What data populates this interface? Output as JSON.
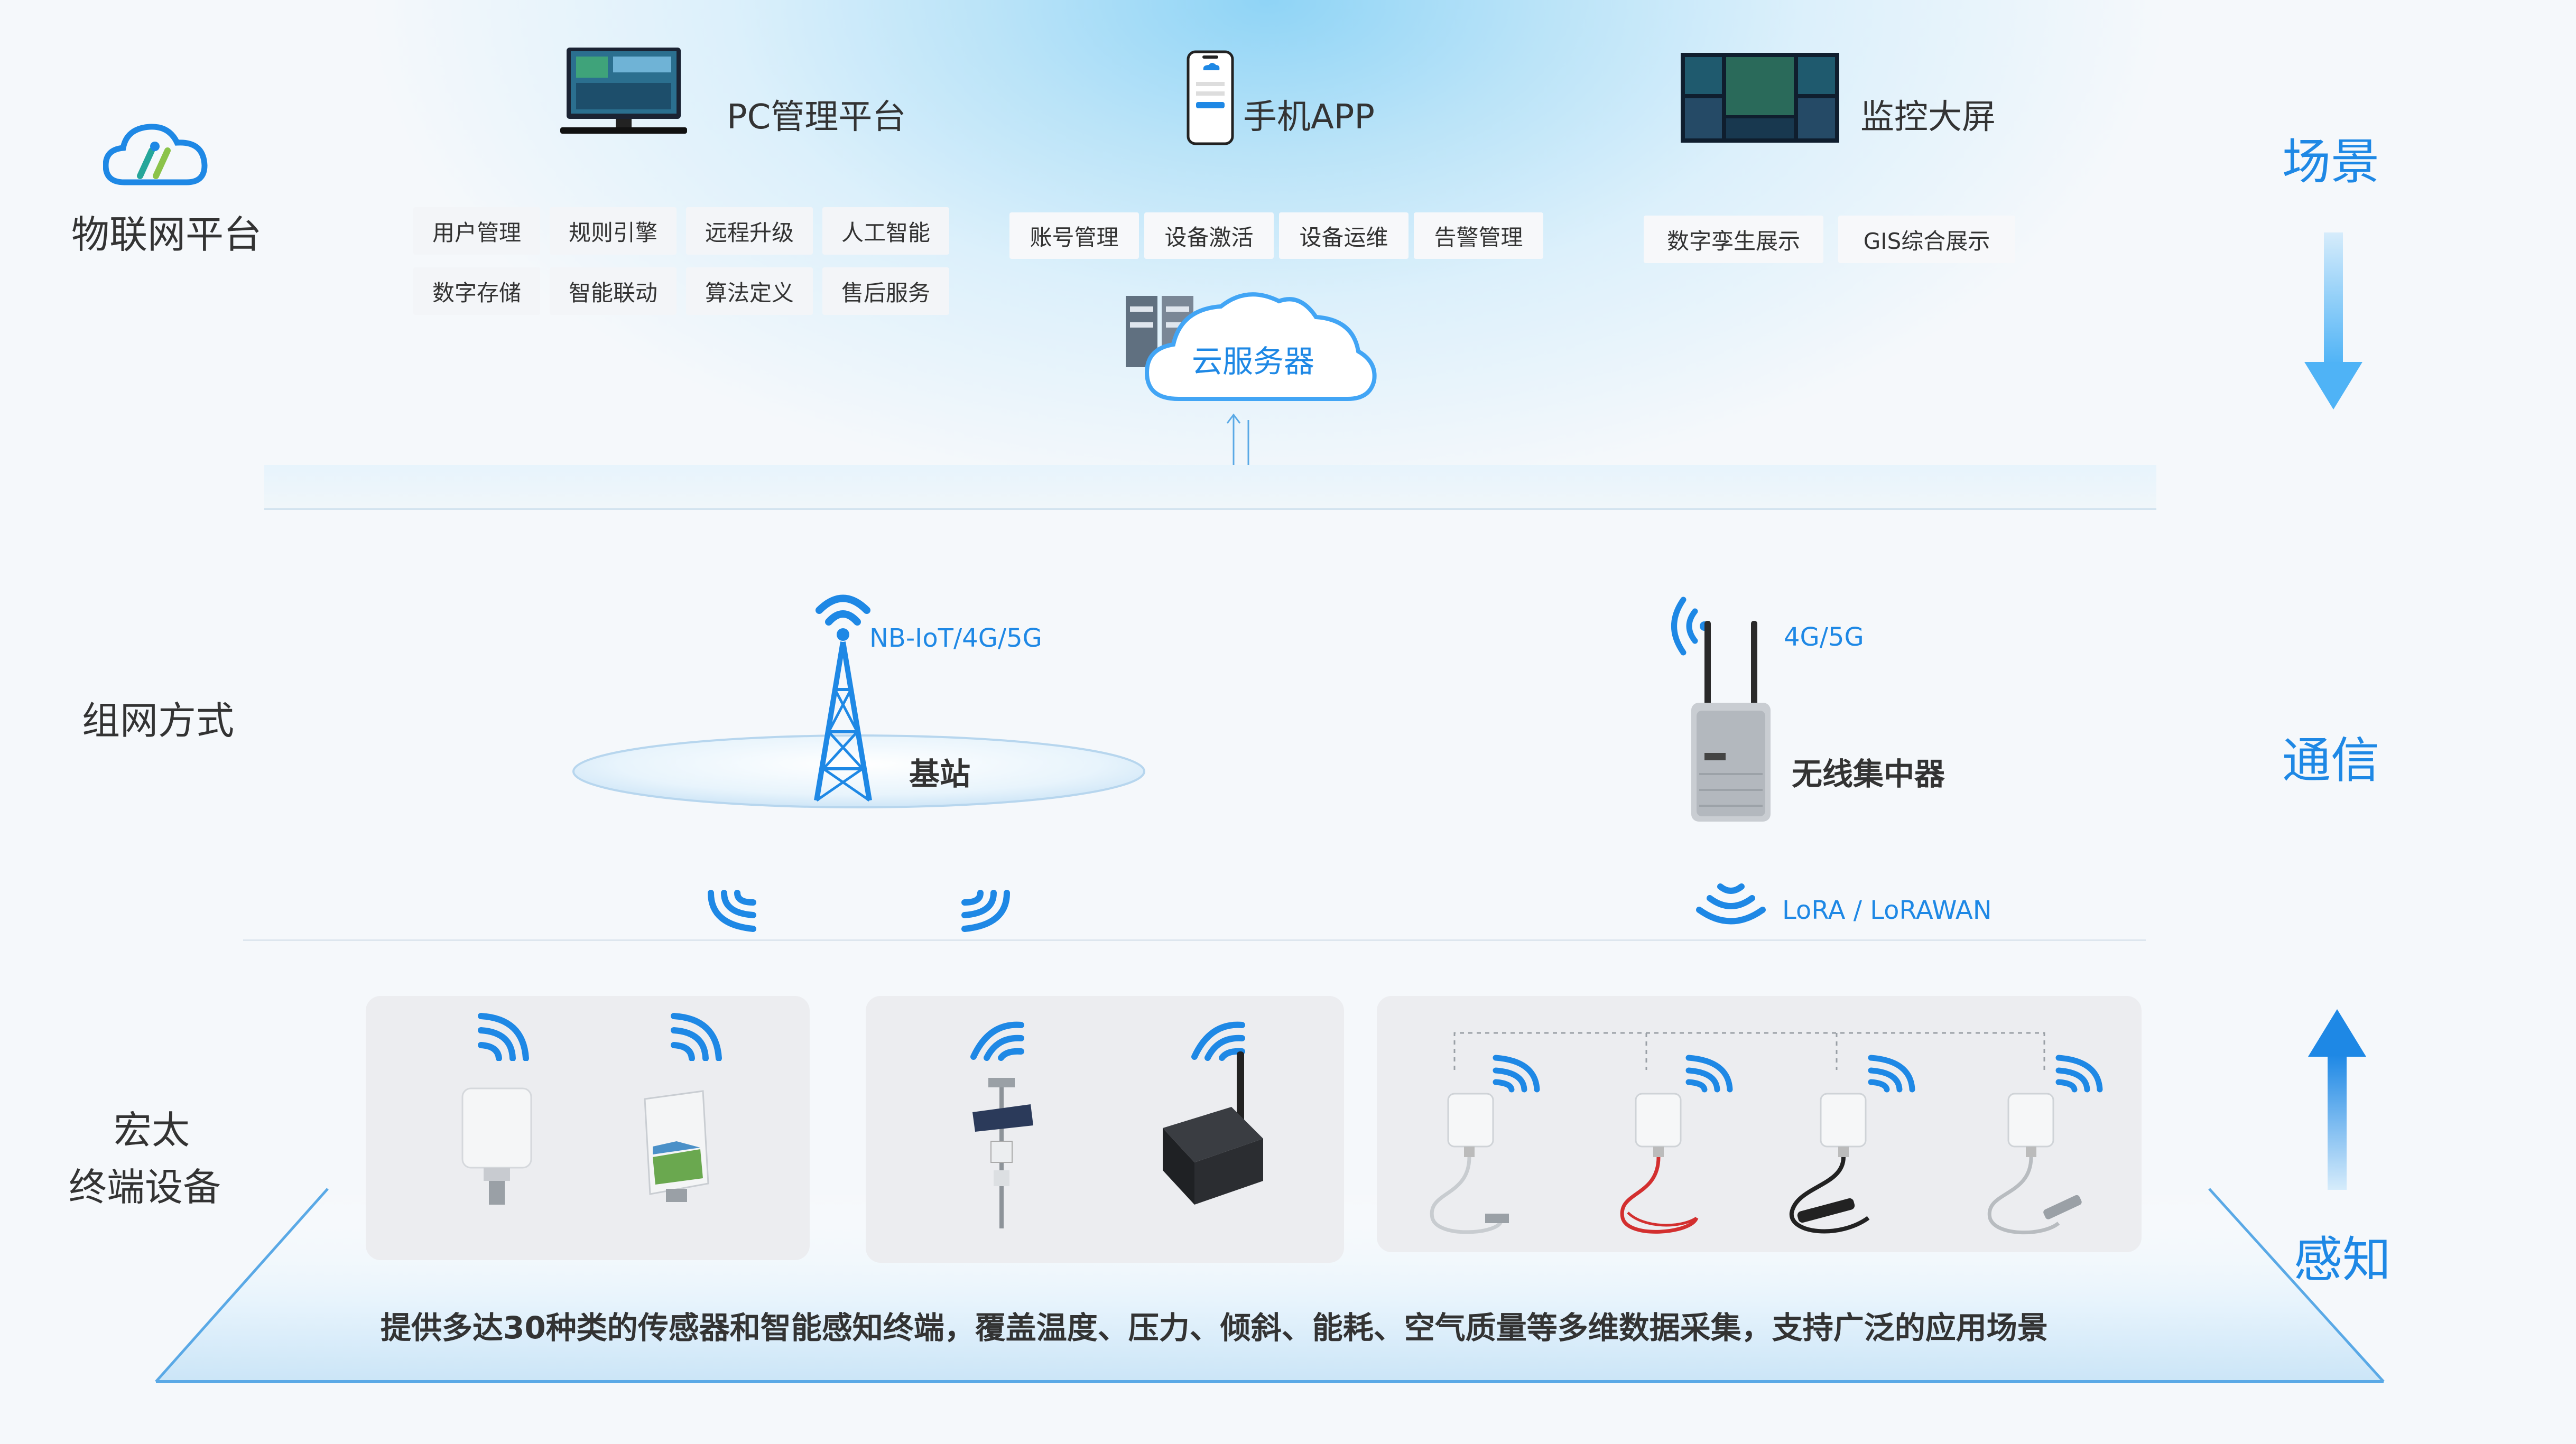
{
  "platform": {
    "name": "物联网平台",
    "pc": {
      "title": "PC管理平台",
      "tags": [
        "用户管理",
        "规则引擎",
        "远程升级",
        "人工智能",
        "数字存储",
        "智能联动",
        "算法定义",
        "售后服务"
      ]
    },
    "app": {
      "title": "手机APP",
      "tags": [
        "账号管理",
        "设备激活",
        "设备运维",
        "告警管理"
      ]
    },
    "screen": {
      "title": "监控大屏",
      "tags": [
        "数字孪生展示",
        "GIS综合展示"
      ]
    },
    "cloud_label": "云服务器"
  },
  "network": {
    "label": "组网方式",
    "base_station": {
      "protocol": "NB-IoT/4G/5G",
      "name": "基站"
    },
    "gateway": {
      "protocol": "4G/5G",
      "name": "无线集中器"
    },
    "lora_label": "LoRA / LoRAWAN"
  },
  "devices": {
    "label_line1": "宏太",
    "label_line2": "终端设备",
    "footer": "提供多达30种类的传感器和智能感知终端，覆盖温度、压力、倾斜、能耗、空气质量等多维数据采集，支持广泛的应用场景"
  },
  "layers": {
    "scene": "场景",
    "comm": "通信",
    "sense": "感知"
  },
  "colors": {
    "accent": "#1e88e5",
    "arrow_top": "#4fb3f6",
    "arrow_bottom": "#1e88e5",
    "cable_red": "#d32f2f"
  }
}
